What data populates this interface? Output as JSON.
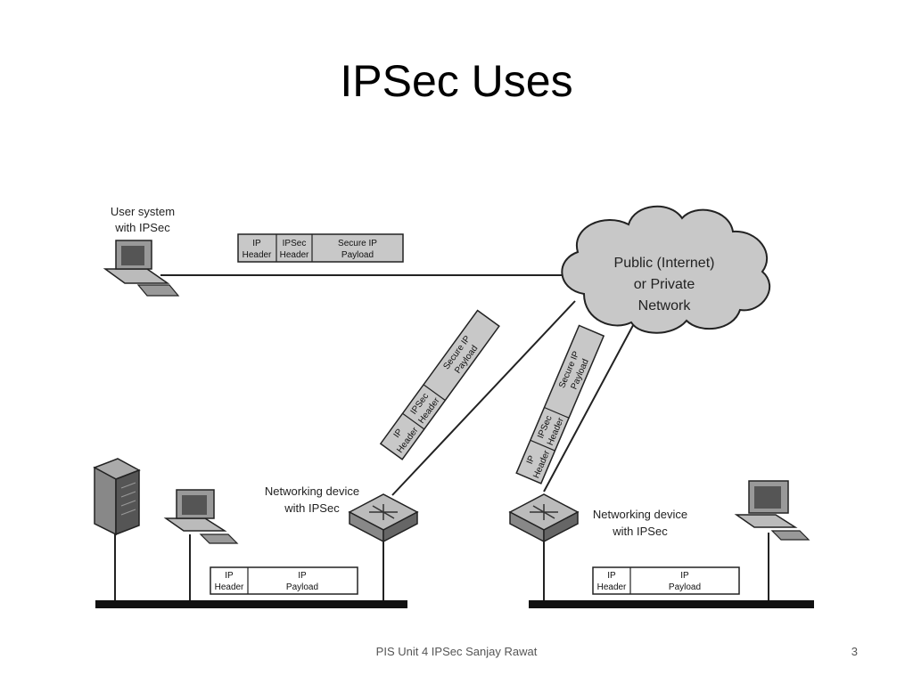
{
  "slide": {
    "title": "IPSec Uses",
    "footer": "PIS Unit 4 IPSec Sanjay Rawat",
    "page_number": "3"
  },
  "diagram": {
    "nodes": {
      "user_system": [
        "User system",
        "with IPSec"
      ],
      "cloud": [
        "Public (Internet)",
        "or Private",
        "Network"
      ],
      "net_device_left": [
        "Networking device",
        "with IPSec"
      ],
      "net_device_right": [
        "Networking device",
        "with IPSec"
      ]
    },
    "packets": {
      "secure": {
        "ip": [
          "IP",
          "Header"
        ],
        "ipsec": [
          "IPSec",
          "Header"
        ],
        "payload": [
          "Secure IP",
          "Payload"
        ]
      },
      "plain": {
        "ip": [
          "IP",
          "Header"
        ],
        "payload": [
          "IP",
          "Payload"
        ]
      }
    },
    "colors": {
      "packet_secure_fill": "#c8c8c8",
      "cloud_fill": "#c8c8c8",
      "lan_bus": "#111111"
    }
  }
}
